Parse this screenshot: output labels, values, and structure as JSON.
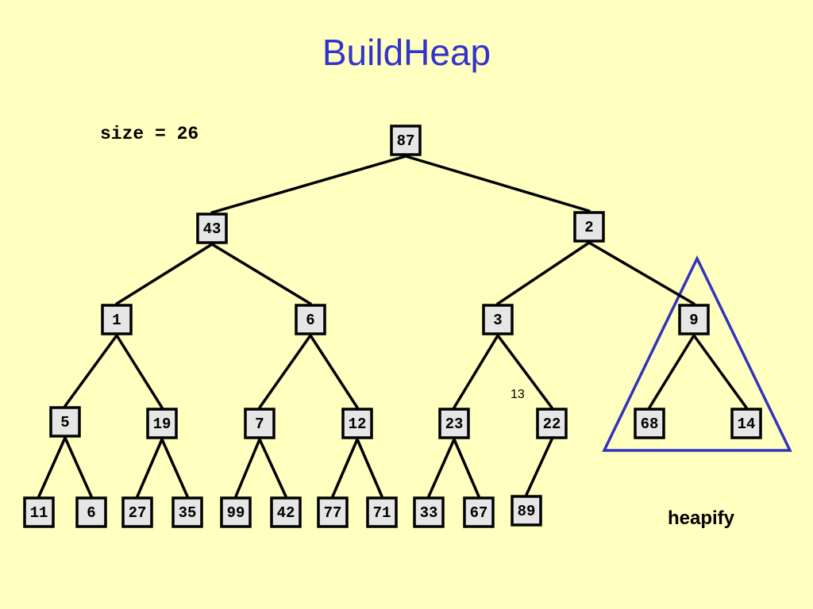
{
  "title": "BuildHeap",
  "size_label": "size = 26",
  "heapify_label": "heapify",
  "index_label": "13",
  "colors": {
    "background": "#ffffc0",
    "title": "#3333cc",
    "node_fill": "#e6e6e6",
    "node_border": "#000000",
    "edge": "#000000",
    "highlight": "#3333bb"
  },
  "tree": {
    "nodes": [
      {
        "id": "n87",
        "value": "87"
      },
      {
        "id": "n43",
        "value": "43"
      },
      {
        "id": "n2",
        "value": "2"
      },
      {
        "id": "n1",
        "value": "1"
      },
      {
        "id": "n6a",
        "value": "6"
      },
      {
        "id": "n3",
        "value": "3"
      },
      {
        "id": "n9",
        "value": "9"
      },
      {
        "id": "n5",
        "value": "5"
      },
      {
        "id": "n19",
        "value": "19"
      },
      {
        "id": "n7",
        "value": "7"
      },
      {
        "id": "n12",
        "value": "12"
      },
      {
        "id": "n23",
        "value": "23"
      },
      {
        "id": "n22",
        "value": "22"
      },
      {
        "id": "n68",
        "value": "68"
      },
      {
        "id": "n14",
        "value": "14"
      },
      {
        "id": "n11",
        "value": "11"
      },
      {
        "id": "n6b",
        "value": "6"
      },
      {
        "id": "n27",
        "value": "27"
      },
      {
        "id": "n35",
        "value": "35"
      },
      {
        "id": "n99",
        "value": "99"
      },
      {
        "id": "n42",
        "value": "42"
      },
      {
        "id": "n77",
        "value": "77"
      },
      {
        "id": "n71",
        "value": "71"
      },
      {
        "id": "n33",
        "value": "33"
      },
      {
        "id": "n67",
        "value": "67"
      },
      {
        "id": "n89",
        "value": "89"
      }
    ],
    "edges": [
      [
        "n87",
        "n43"
      ],
      [
        "n87",
        "n2"
      ],
      [
        "n43",
        "n1"
      ],
      [
        "n43",
        "n6a"
      ],
      [
        "n2",
        "n3"
      ],
      [
        "n2",
        "n9"
      ],
      [
        "n1",
        "n5"
      ],
      [
        "n1",
        "n19"
      ],
      [
        "n6a",
        "n7"
      ],
      [
        "n6a",
        "n12"
      ],
      [
        "n3",
        "n23"
      ],
      [
        "n3",
        "n22"
      ],
      [
        "n9",
        "n68"
      ],
      [
        "n9",
        "n14"
      ],
      [
        "n5",
        "n11"
      ],
      [
        "n5",
        "n6b"
      ],
      [
        "n19",
        "n27"
      ],
      [
        "n19",
        "n35"
      ],
      [
        "n7",
        "n99"
      ],
      [
        "n7",
        "n42"
      ],
      [
        "n12",
        "n77"
      ],
      [
        "n12",
        "n71"
      ],
      [
        "n23",
        "n33"
      ],
      [
        "n23",
        "n67"
      ],
      [
        "n22",
        "n89"
      ]
    ],
    "highlighted_subtree_root": "n9"
  }
}
